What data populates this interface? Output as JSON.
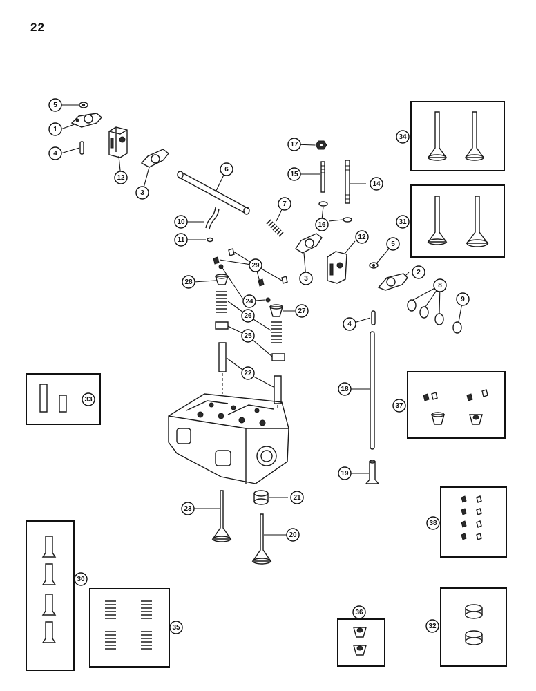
{
  "page": {
    "number": "22"
  },
  "callouts": [
    {
      "id": "c1",
      "label": "1"
    },
    {
      "id": "c2",
      "label": "2"
    },
    {
      "id": "c3a",
      "label": "3"
    },
    {
      "id": "c3b",
      "label": "3"
    },
    {
      "id": "c4a",
      "label": "4"
    },
    {
      "id": "c4b",
      "label": "4"
    },
    {
      "id": "c5a",
      "label": "5"
    },
    {
      "id": "c5b",
      "label": "5"
    },
    {
      "id": "c6",
      "label": "6"
    },
    {
      "id": "c7",
      "label": "7"
    },
    {
      "id": "c8",
      "label": "8"
    },
    {
      "id": "c9",
      "label": "9"
    },
    {
      "id": "c10",
      "label": "10"
    },
    {
      "id": "c11",
      "label": "11"
    },
    {
      "id": "c12a",
      "label": "12"
    },
    {
      "id": "c12b",
      "label": "12"
    },
    {
      "id": "c14",
      "label": "14"
    },
    {
      "id": "c15",
      "label": "15"
    },
    {
      "id": "c16",
      "label": "16"
    },
    {
      "id": "c17",
      "label": "17"
    },
    {
      "id": "c18",
      "label": "18"
    },
    {
      "id": "c19",
      "label": "19"
    },
    {
      "id": "c20",
      "label": "20"
    },
    {
      "id": "c21",
      "label": "21"
    },
    {
      "id": "c22",
      "label": "22"
    },
    {
      "id": "c23",
      "label": "23"
    },
    {
      "id": "c24",
      "label": "24"
    },
    {
      "id": "c25",
      "label": "25"
    },
    {
      "id": "c26",
      "label": "26"
    },
    {
      "id": "c27",
      "label": "27"
    },
    {
      "id": "c28",
      "label": "28"
    },
    {
      "id": "c29",
      "label": "29"
    },
    {
      "id": "c30",
      "label": "30"
    },
    {
      "id": "c31",
      "label": "31"
    },
    {
      "id": "c32",
      "label": "32"
    },
    {
      "id": "c33",
      "label": "33"
    },
    {
      "id": "c34",
      "label": "34"
    },
    {
      "id": "c35",
      "label": "35"
    },
    {
      "id": "c36",
      "label": "36"
    },
    {
      "id": "c37",
      "label": "37"
    },
    {
      "id": "c38",
      "label": "38"
    }
  ]
}
